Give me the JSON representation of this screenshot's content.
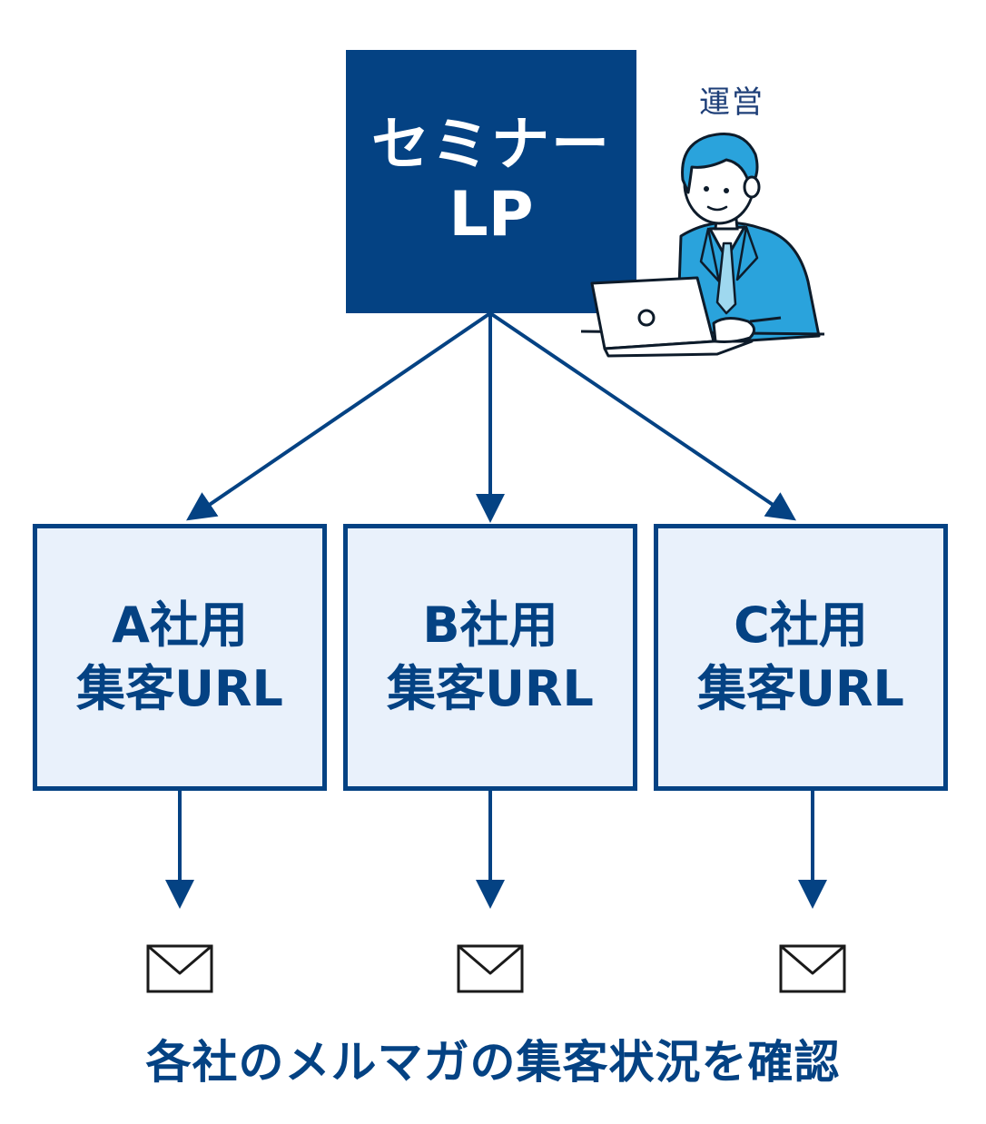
{
  "top_node": {
    "line1": "セミナー",
    "line2": "LP"
  },
  "operator_label": "運営",
  "url_boxes": [
    {
      "line1": "A社用",
      "line2": "集客URL"
    },
    {
      "line1": "B社用",
      "line2": "集客URL"
    },
    {
      "line1": "C社用",
      "line2": "集客URL"
    }
  ],
  "icons": {
    "mail": "envelope-icon",
    "person": "businessman-laptop-icon"
  },
  "caption": "各社のメルマガの集客状況を確認",
  "colors": {
    "primary": "#044283",
    "box_fill": "#e9f1fb",
    "suit": "#2aa3dc",
    "white": "#ffffff"
  }
}
